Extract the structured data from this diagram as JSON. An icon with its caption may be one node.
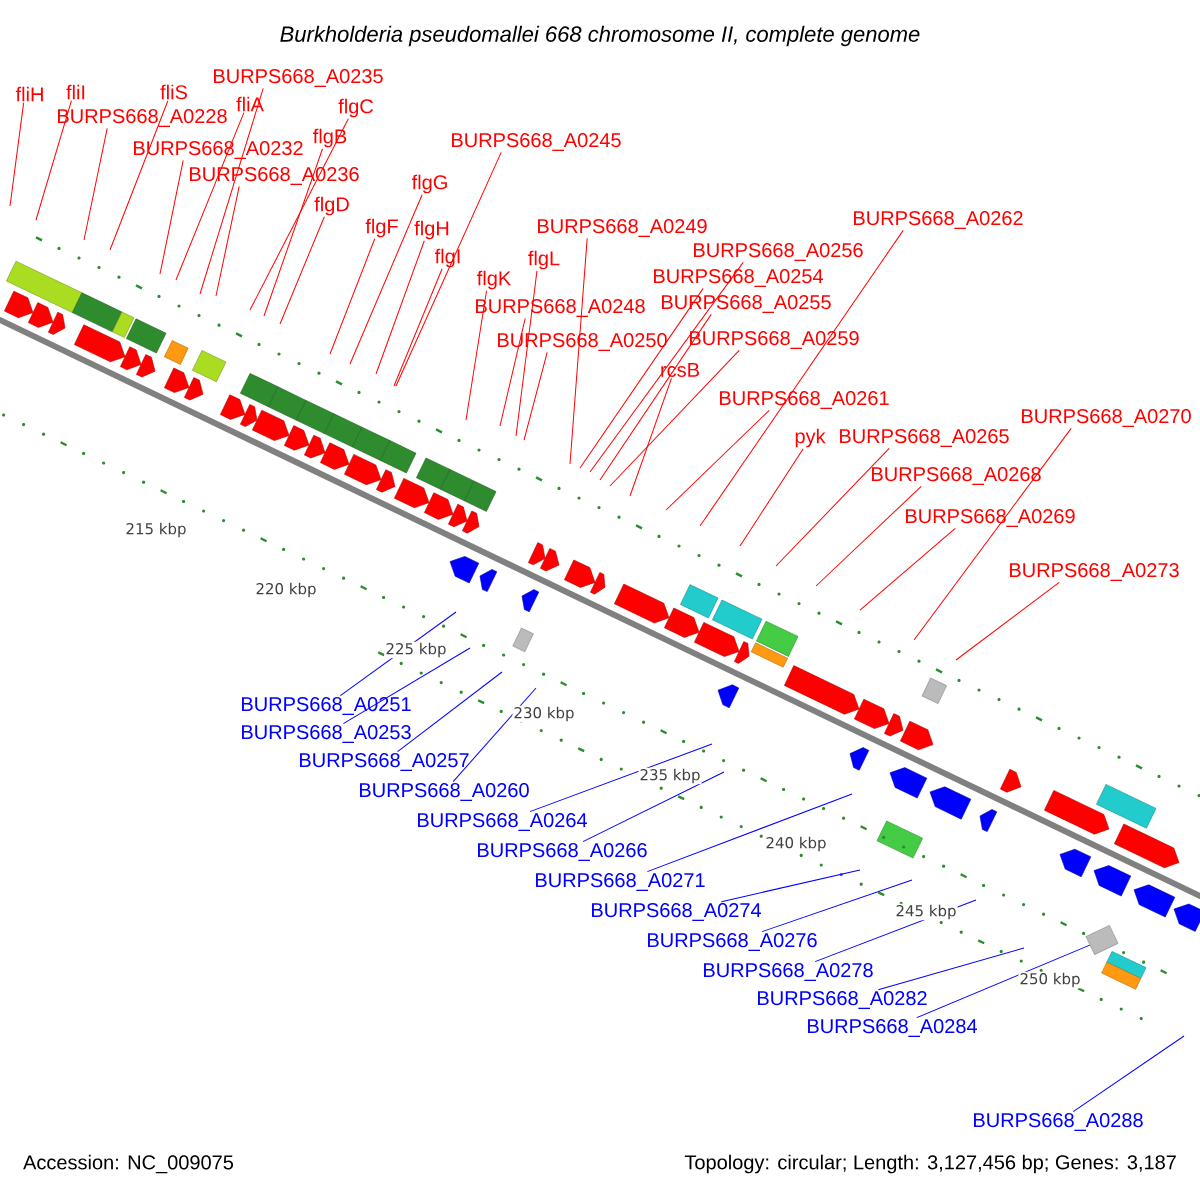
{
  "diagram": {
    "title": "Burkholderia pseudomallei 668 chromosome II, complete genome",
    "nodes": [
      {
        "text": [
          "BURPS668_A0235"
        ]
      },
      {
        "text": [
          "fliH"
        ]
      },
      {
        "text": [
          "fliI"
        ]
      },
      {
        "text": [
          "fliS"
        ]
      },
      {
        "text": [
          "fliA"
        ]
      },
      {
        "text": [
          "flgC"
        ]
      },
      {
        "text": [
          "BURPS668_A0228"
        ]
      },
      {
        "text": [
          "flgB"
        ]
      },
      {
        "text": [
          "BURPS668_A0245"
        ]
      },
      {
        "text": [
          "BURPS668_A0232"
        ]
      },
      {
        "text": [
          "BURPS668_A0236"
        ]
      },
      {
        "text": [
          "flgG"
        ]
      },
      {
        "text": [
          "flgD"
        ]
      },
      {
        "text": [
          "BURPS668_A0262"
        ]
      },
      {
        "text": [
          "BURPS668_A0249"
        ]
      },
      {
        "text": [
          "flgF"
        ]
      },
      {
        "text": [
          "flgH"
        ]
      },
      {
        "text": [
          "BURPS668_A0256"
        ]
      },
      {
        "text": [
          "flgI"
        ]
      },
      {
        "text": [
          "flgL"
        ]
      },
      {
        "text": [
          "BURPS668_A0254"
        ]
      },
      {
        "text": [
          "flgK"
        ]
      },
      {
        "text": [
          "BURPS668_A0255"
        ]
      },
      {
        "text": [
          "BURPS668_A0248"
        ]
      },
      {
        "text": [
          "BURPS668_A0259"
        ]
      },
      {
        "text": [
          "BURPS668_A0250"
        ]
      },
      {
        "text": [
          "rcsB"
        ]
      },
      {
        "text": [
          "BURPS668_A0261"
        ]
      },
      {
        "text": [
          "BURPS668_A0270"
        ]
      },
      {
        "text": [
          "pyk"
        ]
      },
      {
        "text": [
          "BURPS668_A0265"
        ]
      },
      {
        "text": [
          "BURPS668_A0268"
        ]
      },
      {
        "text": [
          "BURPS668_A0269"
        ]
      },
      {
        "text": [
          "BURPS668_A0273"
        ]
      },
      {
        "text": [
          "BURPS668_A0251"
        ]
      },
      {
        "text": [
          "BURPS668_A0253"
        ]
      },
      {
        "text": [
          "BURPS668_A0257"
        ]
      },
      {
        "text": [
          "BURPS668_A0260"
        ]
      },
      {
        "text": [
          "BURPS668_A0264"
        ]
      },
      {
        "text": [
          "BURPS668_A0266"
        ]
      },
      {
        "text": [
          "BURPS668_A0271"
        ]
      },
      {
        "text": [
          "BURPS668_A0274"
        ]
      },
      {
        "text": [
          "BURPS668_A0276"
        ]
      },
      {
        "text": [
          "BURPS668_A0278"
        ]
      },
      {
        "text": [
          "BURPS668_A0282"
        ]
      },
      {
        "text": [
          "BURPS668_A0284"
        ]
      },
      {
        "text": [
          "BURPS668_A0288"
        ]
      },
      {
        "text": [],
        "shape": "box"
      }
    ],
    "edges": [
      {
        "from": 0,
        "to": null,
        "arrow": "none"
      },
      {
        "from": 1,
        "to": null,
        "arrow": "none"
      },
      {
        "from": 2,
        "to": null,
        "arrow": "none"
      },
      {
        "from": 3,
        "to": null,
        "arrow": "none"
      },
      {
        "from": 4,
        "to": null,
        "arrow": "none"
      },
      {
        "from": 5,
        "to": null,
        "arrow": "none"
      },
      {
        "from": 6,
        "to": null,
        "arrow": "none"
      },
      {
        "from": 7,
        "to": null,
        "arrow": "none"
      },
      {
        "from": 8,
        "to": null,
        "arrow": "none"
      },
      {
        "from": 9,
        "to": null,
        "arrow": "none"
      },
      {
        "from": 10,
        "to": null,
        "arrow": "none"
      },
      {
        "from": 11,
        "to": null,
        "arrow": "none"
      },
      {
        "from": 12,
        "to": null,
        "arrow": "none"
      },
      {
        "from": 13,
        "to": null,
        "arrow": "none"
      },
      {
        "from": 14,
        "to": null,
        "arrow": "none"
      },
      {
        "from": 15,
        "to": null,
        "arrow": "none"
      },
      {
        "from": 16,
        "to": null,
        "arrow": "none"
      },
      {
        "from": 17,
        "to": null,
        "arrow": "none"
      },
      {
        "from": 18,
        "to": null,
        "arrow": "none"
      },
      {
        "from": 19,
        "to": null,
        "arrow": "none"
      },
      {
        "from": 20,
        "to": null,
        "arrow": "none"
      },
      {
        "from": 21,
        "to": null,
        "arrow": "none"
      },
      {
        "from": 22,
        "to": null,
        "arrow": "none"
      },
      {
        "from": 23,
        "to": null,
        "arrow": "none"
      },
      {
        "from": 24,
        "to": null,
        "arrow": "none"
      },
      {
        "from": 25,
        "to": null,
        "arrow": "none"
      },
      {
        "from": 26,
        "to": null,
        "arrow": "none"
      },
      {
        "from": 27,
        "to": null,
        "arrow": "none"
      },
      {
        "from": 28,
        "to": null,
        "arrow": "none"
      },
      {
        "from": 29,
        "to": null,
        "arrow": "none"
      },
      {
        "from": 30,
        "to": null,
        "arrow": "none"
      },
      {
        "from": 31,
        "to": null,
        "arrow": "none"
      },
      {
        "from": 32,
        "to": null,
        "arrow": "none"
      },
      {
        "from": 33,
        "to": null,
        "arrow": "none"
      },
      {
        "from": 34,
        "to": null,
        "arrow": "none",
        "color": "#0000ff"
      },
      {
        "from": 35,
        "to": null,
        "arrow": "none",
        "color": "#0000ff"
      },
      {
        "from": 36,
        "to": null,
        "arrow": "none",
        "color": "#0000ff"
      },
      {
        "from": 37,
        "to": null,
        "arrow": "none",
        "color": "#0000ff"
      },
      {
        "from": 38,
        "to": null,
        "arrow": "none",
        "color": "#0000ff"
      },
      {
        "from": 39,
        "to": null,
        "arrow": "none",
        "color": "#0000ff"
      },
      {
        "from": 40,
        "to": null,
        "arrow": "none",
        "color": "#0000ff"
      },
      {
        "from": 41,
        "to": null,
        "arrow": "none",
        "color": "#0000ff"
      },
      {
        "from": 42,
        "to": null,
        "arrow": "none",
        "color": "#0000ff"
      },
      {
        "from": 43,
        "to": null,
        "arrow": "none",
        "color": "#0000ff"
      },
      {
        "from": 44,
        "to": null,
        "arrow": "none",
        "color": "#0000ff"
      },
      {
        "from": 45,
        "to": 47,
        "arrow": "none",
        "color": "#0000ff"
      },
      {
        "from": 46,
        "to": null,
        "arrow": "none",
        "color": "#0000ff"
      }
    ],
    "labels": [
      "215 kbp",
      "220 kbp",
      "225 kbp",
      "230 kbp",
      "235 kbp",
      "240 kbp",
      "245 kbp",
      "250 kbp",
      "Accession: NC_009075",
      "Topology: circular; Length: 3,127,456 bp; Genes: 3,187"
    ]
  }
}
